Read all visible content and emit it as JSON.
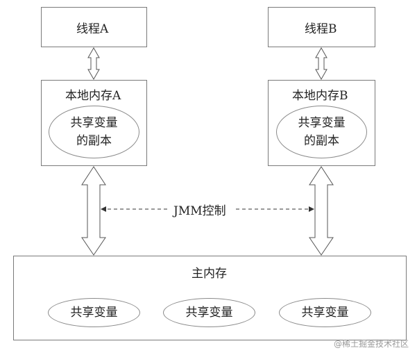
{
  "thread_a": {
    "label": "线程A"
  },
  "thread_b": {
    "label": "线程B"
  },
  "local_a": {
    "title": "本地内存A",
    "copy_line1": "共享变量",
    "copy_line2": "的副本"
  },
  "local_b": {
    "title": "本地内存B",
    "copy_line1": "共享变量",
    "copy_line2": "的副本"
  },
  "jmm": {
    "label": "JMM控制"
  },
  "main_memory": {
    "title": "主内存",
    "vars": [
      "共享变量",
      "共享变量",
      "共享变量"
    ]
  },
  "watermark": "@稀土掘金技术社区"
}
